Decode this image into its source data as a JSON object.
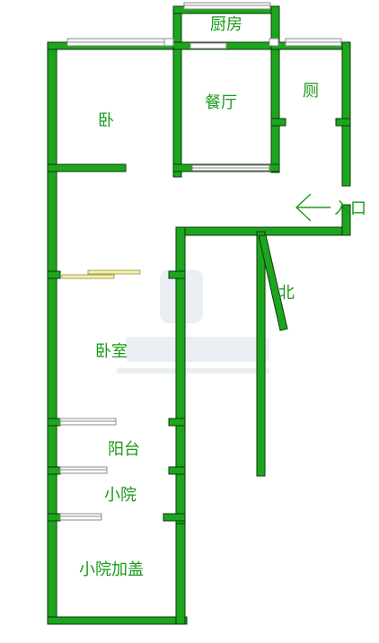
{
  "rooms": {
    "kitchen": "厨房",
    "dining": "餐厅",
    "toilet": "厕",
    "bedroom1": "卧",
    "bedroom2": "卧室",
    "balcony": "阳台",
    "yard": "小院",
    "yard_covered": "小院加盖"
  },
  "entrance_label": "入口",
  "north_label": "北",
  "colors": {
    "wall": "#1ea51e",
    "label": "#1a9a1a",
    "window": "#888888",
    "door": "#f3f0b0"
  }
}
